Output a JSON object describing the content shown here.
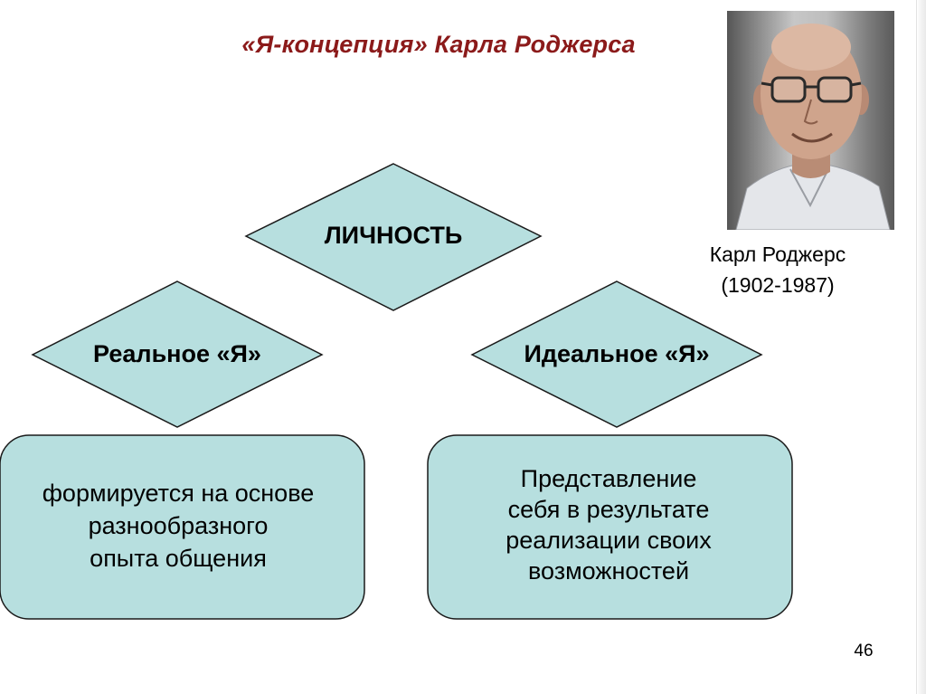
{
  "title": "«Я-концепция» Карла Роджерса",
  "nodes": {
    "personality": "ЛИЧНОСТЬ",
    "real_self": "Реальное «Я»",
    "ideal_self": "Идеальное «Я»"
  },
  "descriptions": {
    "real_self": [
      "формируется на основе",
      "разнообразного",
      "опыта общения"
    ],
    "ideal_self": [
      "Представление",
      "себя в результате",
      "реализации своих",
      "возможностей"
    ]
  },
  "portrait": {
    "caption_name": "Карл Роджерс",
    "caption_years": "(1902-1987)"
  },
  "page_number": "46",
  "colors": {
    "shape_fill": "#b7dfdf",
    "shape_stroke": "#1a1a1a",
    "title": "#8b1a1a"
  }
}
